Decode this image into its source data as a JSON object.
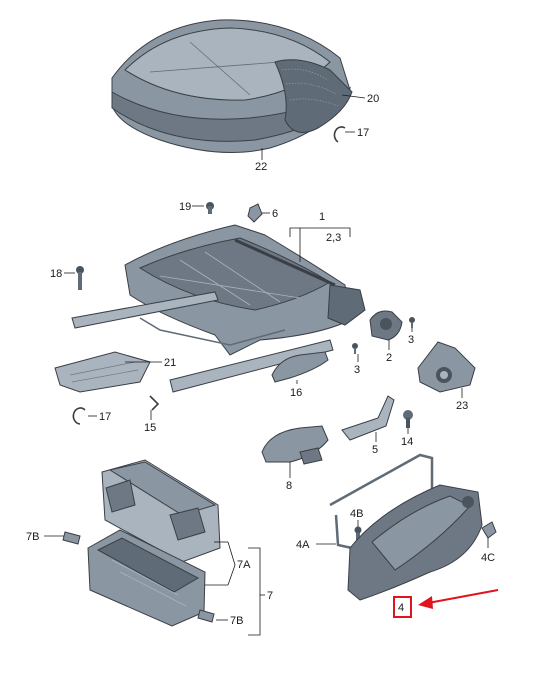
{
  "labels": {
    "l20": "20",
    "l17a": "17",
    "l22": "22",
    "l19": "19",
    "l6": "6",
    "l1": "1",
    "l2_3": "2,3",
    "l18": "18",
    "l3a": "3",
    "l21": "21",
    "l3b": "3",
    "l2": "2",
    "l23": "23",
    "l16": "16",
    "l17b": "17",
    "l15": "15",
    "l14": "14",
    "l5": "5",
    "l8": "8",
    "l7B_top": "7B",
    "l4B": "4B",
    "l4A": "4A",
    "l4C": "4C",
    "l7A": "7A",
    "l7": "7",
    "l7B_bottom": "7B",
    "l4": "4"
  },
  "colors": {
    "part_light": "#a9b4bf",
    "part_mid": "#8a96a2",
    "part_dark": "#5f6b76",
    "part_shadow": "#4a545e",
    "highlight_red": "#e0141e"
  }
}
